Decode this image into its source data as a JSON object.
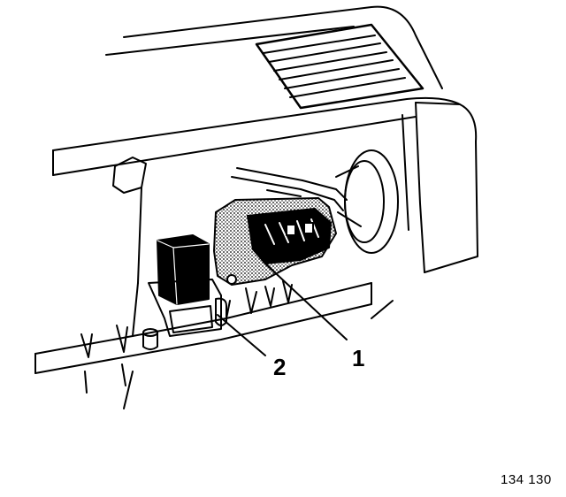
{
  "callouts": {
    "item_1": "1",
    "item_2": "2"
  },
  "figure_number": "134 130"
}
